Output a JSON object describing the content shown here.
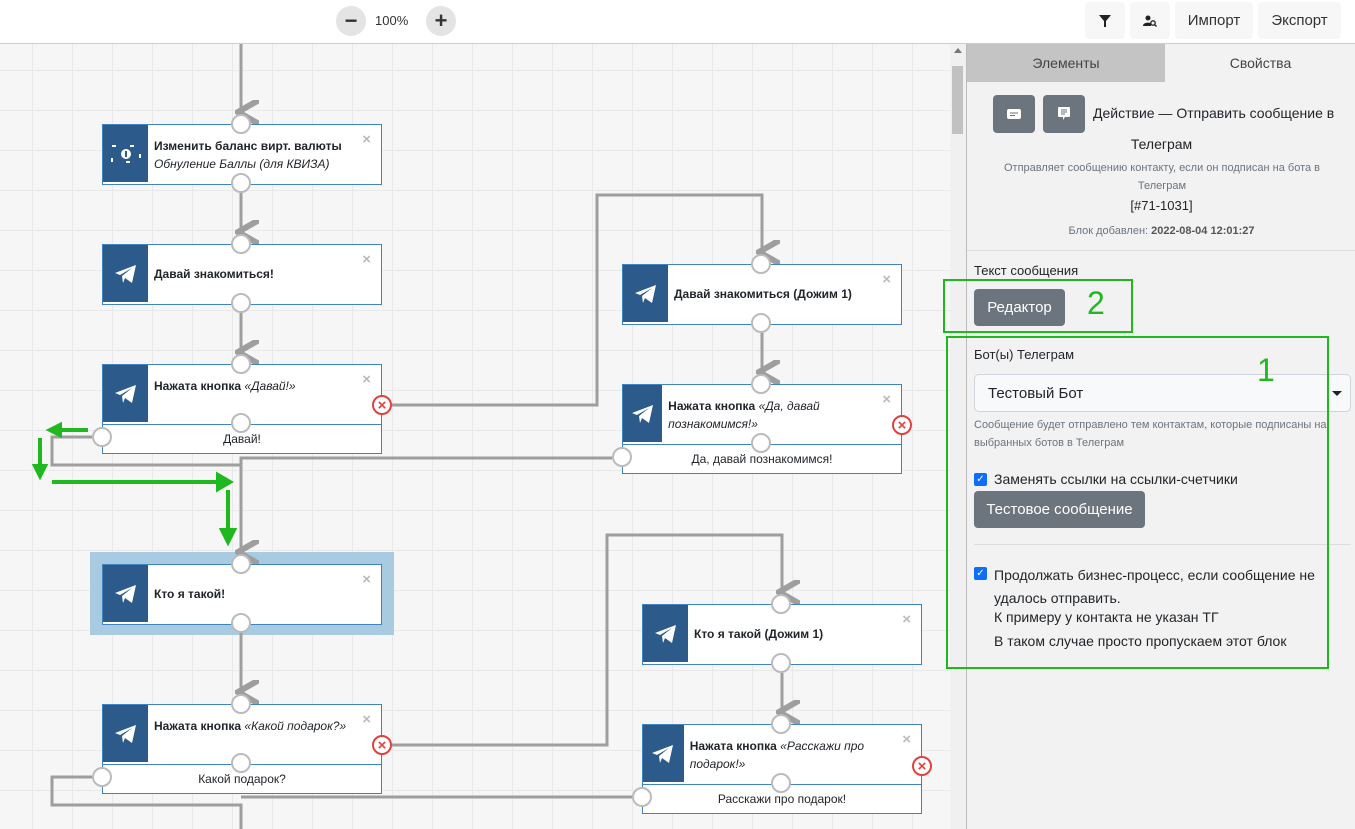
{
  "toolbar": {
    "zoom": "100%",
    "zoom_out": "−",
    "zoom_in": "+",
    "import": "Импорт",
    "export": "Экспорт",
    "filter_icon": "filter-icon",
    "user_search_icon": "user-search-icon"
  },
  "nodes": [
    {
      "icon": "money-icon",
      "title": "Изменить баланс вирт. валюты",
      "subtitle": "Обнуление Баллы (для КВИЗА)"
    },
    {
      "icon": "telegram-icon",
      "title": "Давай знакомиться!"
    },
    {
      "icon": "telegram-icon",
      "title": "Нажата кнопка ",
      "quote": "«Давай!»",
      "button": "Давай!"
    },
    {
      "icon": "telegram-icon",
      "title": "Давай знакомиться (Дожим 1)"
    },
    {
      "icon": "telegram-icon",
      "title": "Нажата кнопка ",
      "quote": "«Да, давай познакомимся!»",
      "button": "Да, давай познакомимся!"
    },
    {
      "icon": "telegram-icon",
      "title": "Кто я такой!",
      "selected": true
    },
    {
      "icon": "telegram-icon",
      "title": "Кто я такой (Дожим 1)"
    },
    {
      "icon": "telegram-icon",
      "title": "Нажата кнопка ",
      "quote": "«Какой подарок?»",
      "button": "Какой подарок?"
    },
    {
      "icon": "telegram-icon",
      "title": "Нажата кнопка ",
      "quote": "«Расскажи про подарок!»",
      "button": "Расскажи про подарок!"
    }
  ],
  "close_glyph": "×",
  "error_glyph": "×",
  "panel": {
    "tabs": [
      {
        "label": "Элементы",
        "active": false
      },
      {
        "label": "Свойства",
        "active": true
      }
    ],
    "title": "Действие — Отправить сообщение в",
    "title2": "Телеграм",
    "description": "Отправляет сообщению контакту, если он подписан на бота в Телеграм",
    "block_id": "[#71-1031]",
    "added_label": "Блок добавлен: ",
    "added_value": "2022-08-04 12:01:27",
    "text_label": "Текст сообщения",
    "editor_button": "Редактор",
    "bots_label": "Бот(ы) Телеграм",
    "bot_selected": "Тестовый Бот",
    "bots_hint": "Сообщение будет отправлено тем контактам, которые подписаны на выбранных ботов в Телеграм",
    "replace_links_label": "Заменять ссылки на ссылки-счетчики",
    "replace_links_checked": true,
    "test_button": "Тестовое сообщение",
    "continue_label": "Продолжать бизнес-процесс, если сообщение не удалось отправить.",
    "continue_checked": true,
    "note1": "К примеру у контакта не указан ТГ",
    "note2": "В таком случае просто пропускаем этот блок"
  },
  "annotations": {
    "color": "#1fb91f",
    "label1": "1",
    "label2": "2"
  },
  "colors": {
    "node_icon_bg": "#2c5a8a",
    "node_border": "#3f84c0",
    "selected_bg": "#a9cbe2",
    "wire": "#9e9e9e",
    "error": "#e04040",
    "button_gray": "#6c757d"
  }
}
